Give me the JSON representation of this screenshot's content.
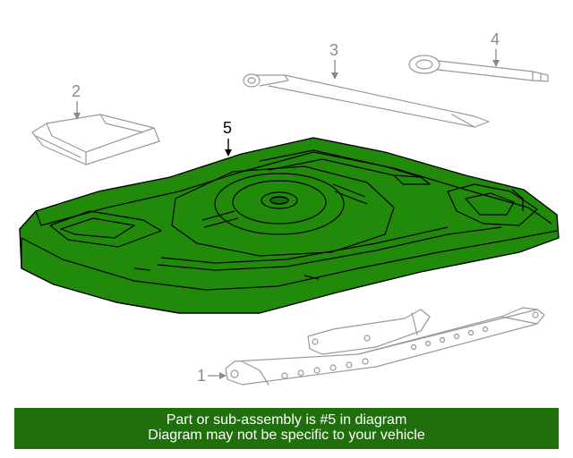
{
  "callouts": {
    "part_1": "1",
    "part_2": "2",
    "part_3": "3",
    "part_4": "4",
    "part_5": "5"
  },
  "highlighted_part": "5",
  "colors": {
    "highlight_fill": "#218a0b",
    "banner_background": "#206e0c",
    "banner_text": "#ffffff",
    "outline": "#999999"
  },
  "banner": {
    "line1": "Part or sub-assembly is #5 in diagram",
    "line2": "Diagram may not be specific to your vehicle"
  }
}
